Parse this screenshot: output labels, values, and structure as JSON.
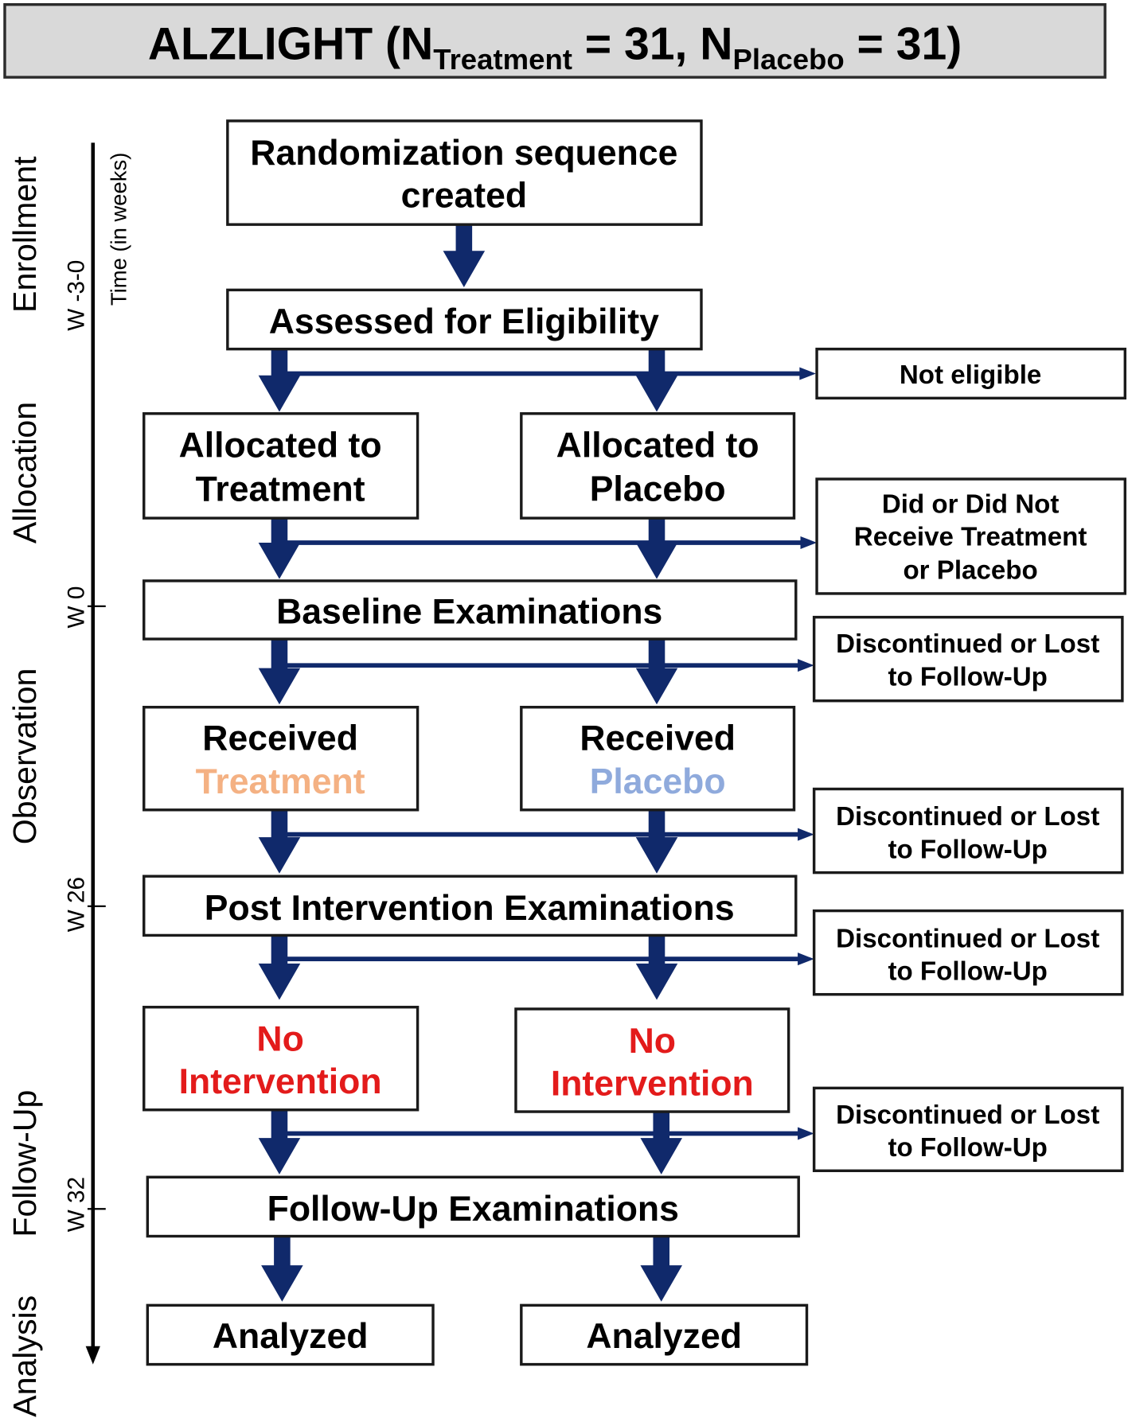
{
  "title": {
    "prefix": "ALZLIGHT (N",
    "treatment_subscript": "Treatment",
    "middle": " = 31, N",
    "placebo_subscript": "Placebo",
    "suffix": " = 31)"
  },
  "phases": {
    "enrollment": "Enrollment",
    "allocation": "Allocation",
    "observation": "Observation",
    "follow_up": "Follow-Up",
    "analysis": "Analysis"
  },
  "timeline": {
    "label": "Time (in weeks)",
    "markers": [
      "W -3-0",
      "W 0",
      "W 26",
      "W 32"
    ]
  },
  "flow": {
    "randomization": [
      "Randomization sequence",
      "created"
    ],
    "eligibility": [
      "Assessed for Eligibility"
    ],
    "not_eligible": [
      "Not eligible"
    ],
    "allocated_treatment": [
      "Allocated to",
      "Treatment"
    ],
    "allocated_placebo": [
      "Allocated to",
      "Placebo"
    ],
    "received_or_not": [
      "Did or Did Not",
      "Receive Treatment",
      "or Placebo"
    ],
    "baseline": [
      "Baseline Examinations"
    ],
    "lost_after_baseline": [
      "Discontinued or Lost",
      "to Follow-Up"
    ],
    "received_treatment": [
      "Received",
      "Treatment"
    ],
    "received_placebo": [
      "Received",
      "Placebo"
    ],
    "lost_during_intervention": [
      "Discontinued or Lost",
      "to Follow-Up"
    ],
    "post_intervention": [
      "Post Intervention Examinations"
    ],
    "lost_after_post_intervention": [
      "Discontinued or Lost",
      "to Follow-Up"
    ],
    "no_intervention_treatment": [
      "No",
      "Intervention"
    ],
    "no_intervention_placebo": [
      "No",
      "Intervention"
    ],
    "lost_during_follow_up": [
      "Discontinued or Lost",
      "to Follow-Up"
    ],
    "follow_up": [
      "Follow-Up Examinations"
    ],
    "analyzed_treatment": [
      "Analyzed"
    ],
    "analyzed_placebo": [
      "Analyzed"
    ]
  },
  "colors": {
    "arrow": "#10296b",
    "treatment": "#f4b183",
    "placebo": "#8faadc",
    "no_intervention": "#e31b1b",
    "title_background": "#d9d9d9",
    "border": "#1a1a1a"
  }
}
